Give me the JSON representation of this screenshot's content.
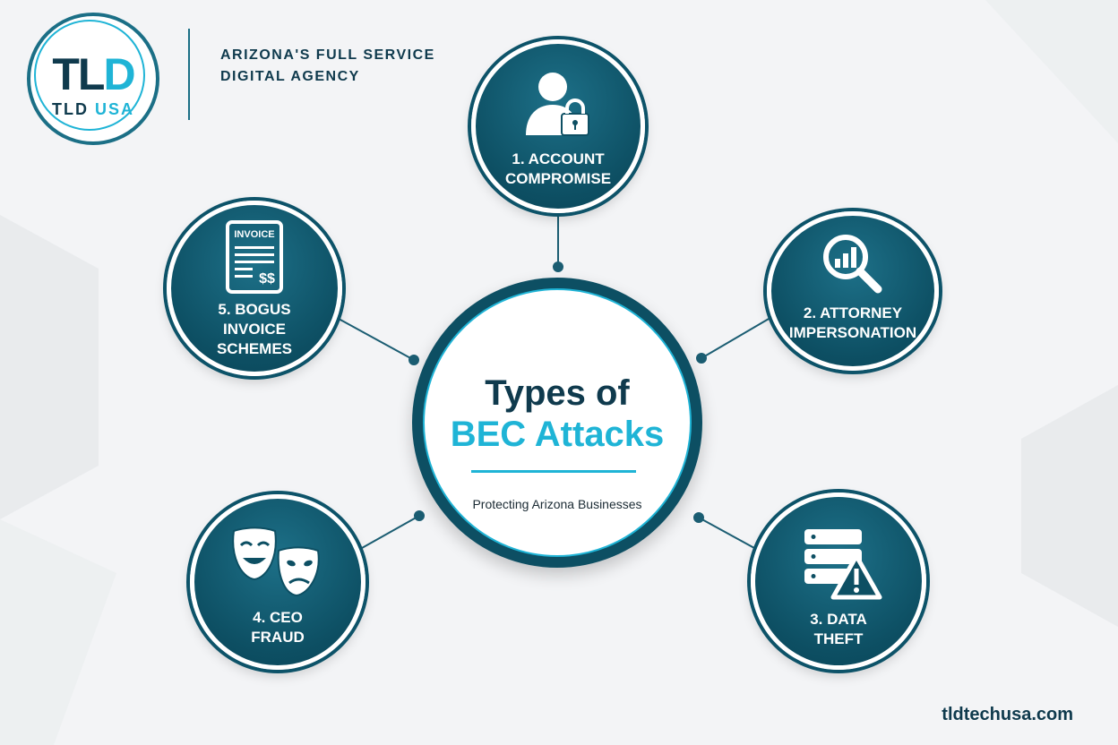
{
  "brand": {
    "logo_mark": "TL",
    "logo_mark_accent": "D",
    "logo_sub": "TLD ",
    "logo_sub_accent": "USA",
    "tagline_line1": "ARIZONA'S FULL SERVICE",
    "tagline_line2": "DIGITAL AGENCY",
    "website": "tldtechusa.com"
  },
  "center": {
    "title": "Types of",
    "subtitle": "BEC Attacks",
    "caption": "Protecting Arizona Businesses"
  },
  "nodes": [
    {
      "id": "account-compromise",
      "line1": "1. ACCOUNT",
      "line2": "COMPROMISE",
      "line3": "",
      "icon": "user-lock-icon"
    },
    {
      "id": "attorney-impersonation",
      "line1": "2. ATTORNEY",
      "line2": "IMPERSONATION",
      "line3": "",
      "icon": "magnifier-chart-icon"
    },
    {
      "id": "data-theft",
      "line1": "3. DATA",
      "line2": "THEFT",
      "line3": "",
      "icon": "server-warning-icon"
    },
    {
      "id": "ceo-fraud",
      "line1": "4. CEO",
      "line2": "FRAUD",
      "line3": "",
      "icon": "theater-masks-icon"
    },
    {
      "id": "bogus-invoice",
      "line1": "5. BOGUS",
      "line2": "INVOICE",
      "line3": "SCHEMES",
      "icon": "invoice-icon",
      "icon_text_top": "INVOICE",
      "icon_text_bottom": "$$"
    }
  ],
  "colors": {
    "navy": "#0f3a4d",
    "teal_dark": "#0d4f63",
    "accent_cyan": "#1fb4d6"
  }
}
